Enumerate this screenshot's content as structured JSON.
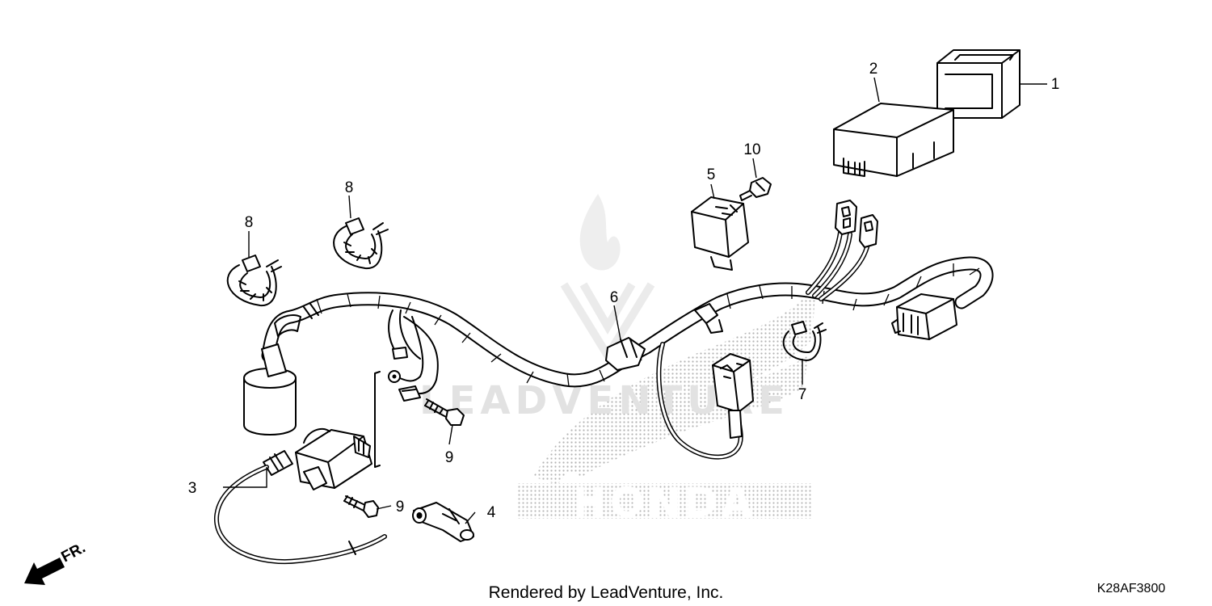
{
  "diagram": {
    "callouts": [
      {
        "id": "c1",
        "label": "1"
      },
      {
        "id": "c2",
        "label": "2"
      },
      {
        "id": "c3",
        "label": "3"
      },
      {
        "id": "c4",
        "label": "4"
      },
      {
        "id": "c5",
        "label": "5"
      },
      {
        "id": "c6",
        "label": "6"
      },
      {
        "id": "c7",
        "label": "7"
      },
      {
        "id": "c8a",
        "label": "8"
      },
      {
        "id": "c8b",
        "label": "8"
      },
      {
        "id": "c9a",
        "label": "9"
      },
      {
        "id": "c9b",
        "label": "9"
      },
      {
        "id": "c10",
        "label": "10"
      }
    ],
    "front_arrow_label": "FR.",
    "footer": "Rendered by LeadVenture, Inc.",
    "diagram_code": "K28AF3800",
    "watermark": {
      "brand_text": "LEADVENTURE",
      "oem_text": "HONDA",
      "dot_color": "#b5b5b5",
      "text_color": "#e6e6e6"
    }
  }
}
